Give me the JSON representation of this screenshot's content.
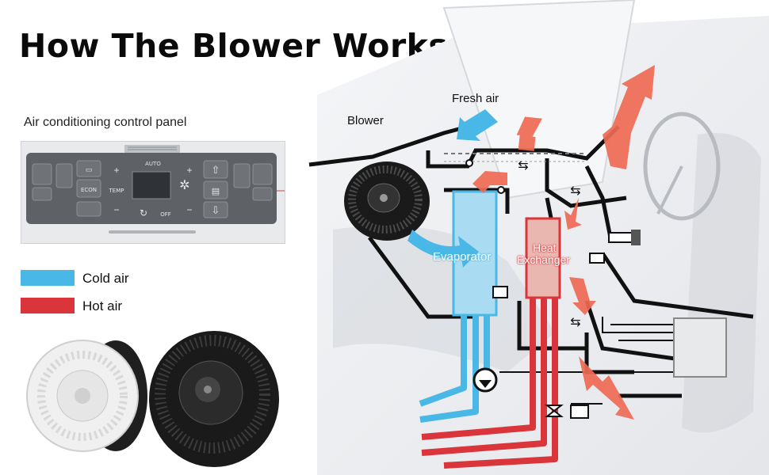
{
  "title": "How The Blower Works ?",
  "panel": {
    "label": "Air conditioning control panel",
    "buttons": {
      "auto": "AUTO",
      "econ": "ECON",
      "temp": "TEMP",
      "off": "OFF",
      "plus": "+",
      "minus": "−"
    }
  },
  "legend": [
    {
      "label": "Cold air",
      "color": "#4ab8e6"
    },
    {
      "label": "Hot air",
      "color": "#d9353a"
    }
  ],
  "diagram": {
    "fresh_air": "Fresh air",
    "blower": "Blower",
    "evaporator": "Evaporator",
    "heat_exchanger_line1": "Heat",
    "heat_exchanger_line2": "Exchanger"
  },
  "colors": {
    "cold": "#4ab8e6",
    "hot": "#d9353a",
    "hot_arrow": "#ef6a55",
    "duct": "#111111"
  }
}
